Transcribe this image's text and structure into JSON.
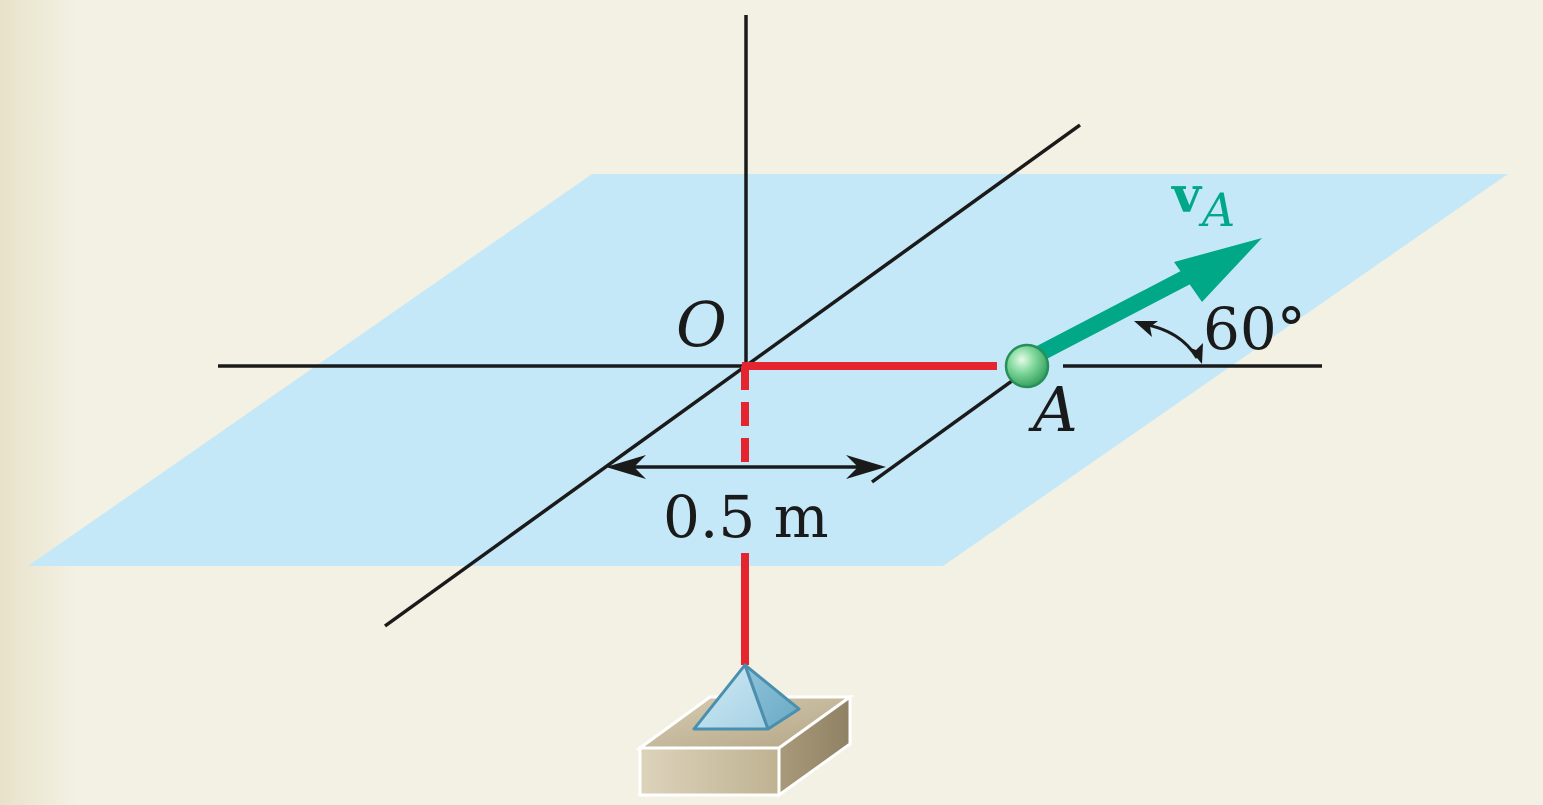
{
  "labels": {
    "origin": "O",
    "point": "A",
    "velocity_main": "v",
    "velocity_sub": "A",
    "angle": "60°",
    "distance": "0.5 m"
  },
  "colors": {
    "background": "#f3f1e4",
    "plane": "#c5e8f8",
    "axis": "#1a1a1a",
    "rod": "#e4242f",
    "velocity_arrow": "#00a887",
    "ball": "#6fcf8c",
    "pivot": "#a8d3e6",
    "base_block": "#b7a889"
  }
}
